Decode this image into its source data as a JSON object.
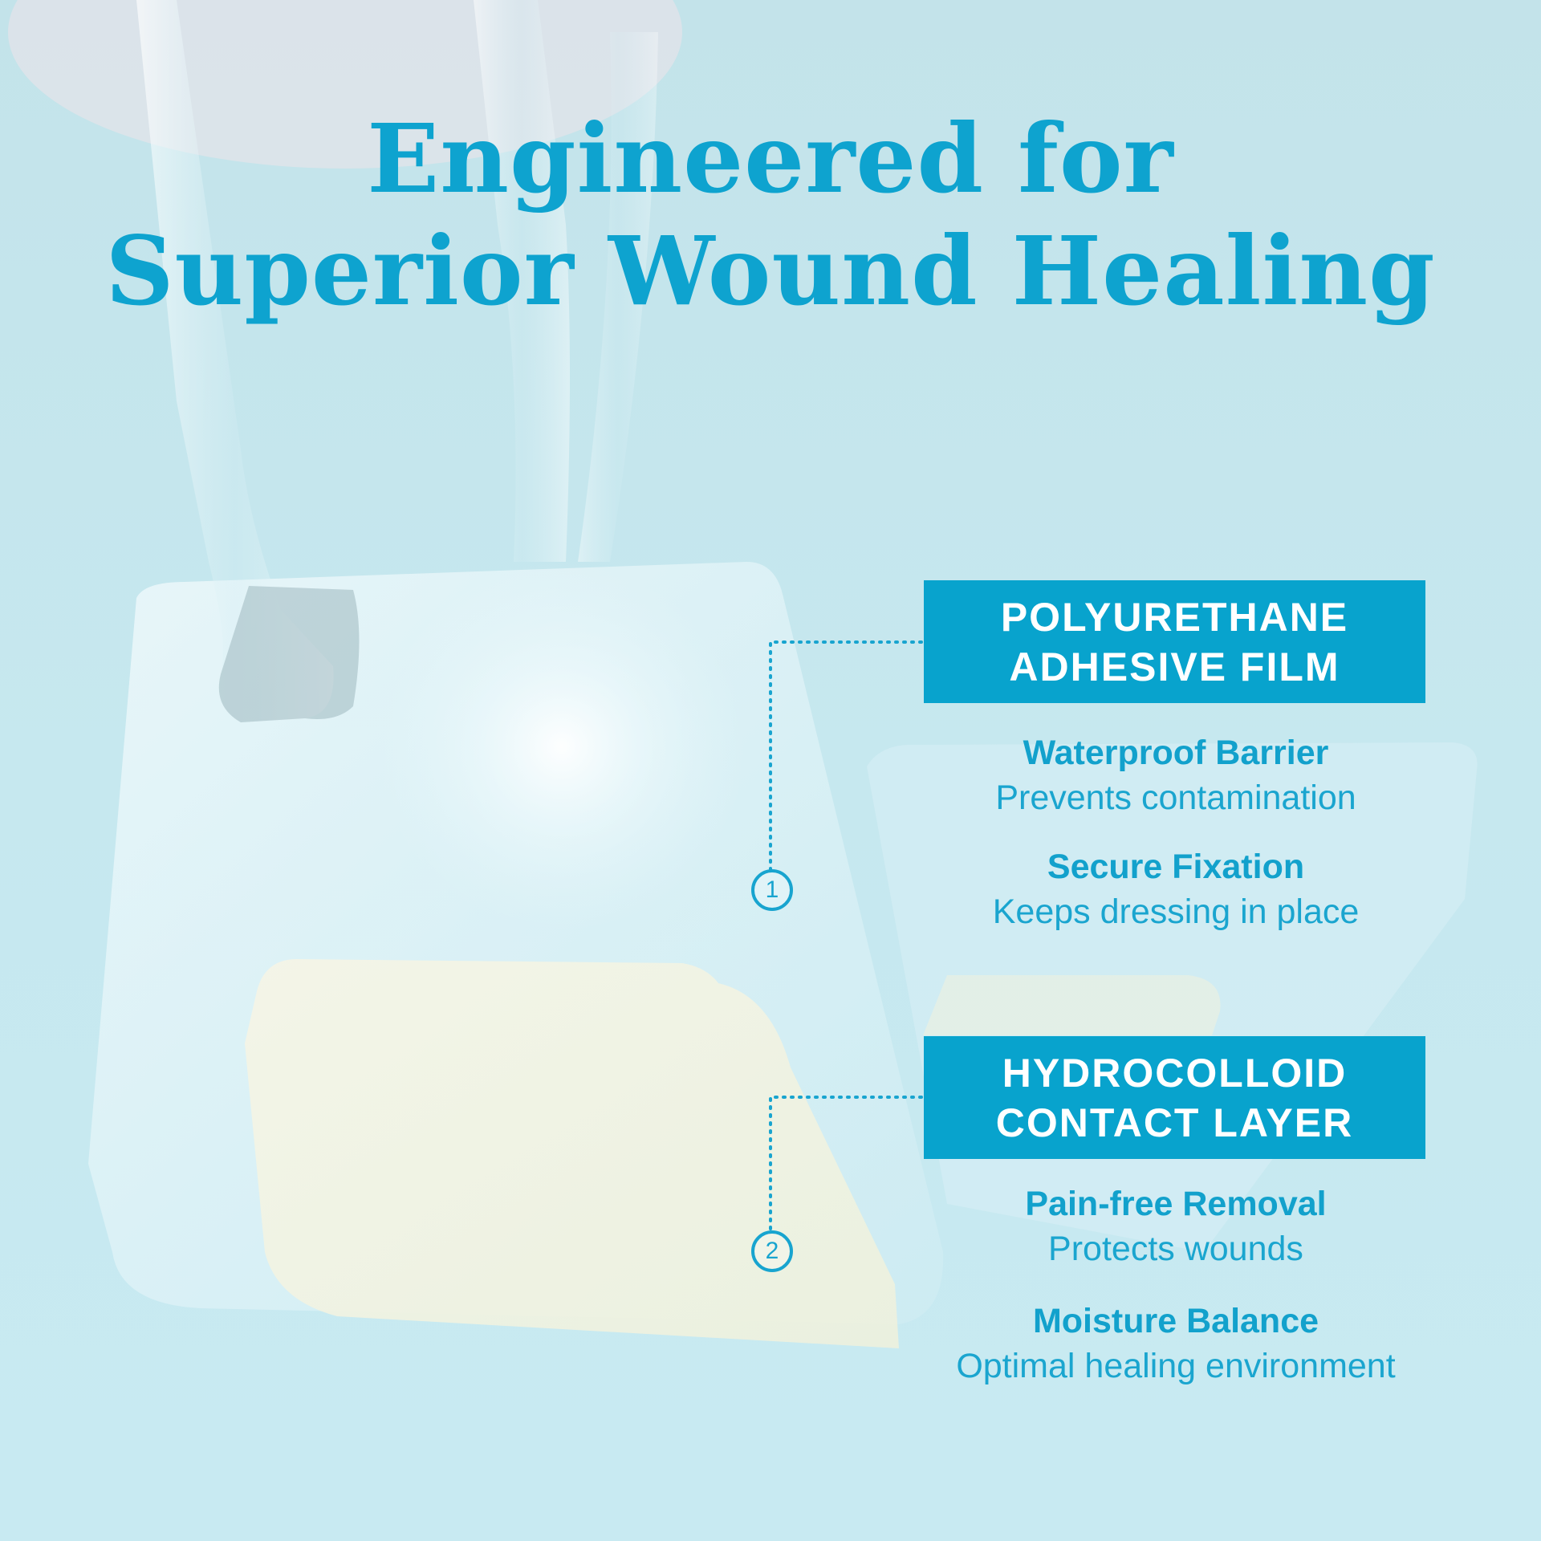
{
  "headline": {
    "line1": "Engineered for",
    "line2": "Superior Wound Healing"
  },
  "layers": [
    {
      "number": "1",
      "label_line1": "POLYURETHANE",
      "label_line2": "ADHESIVE FILM",
      "features": [
        {
          "title": "Waterproof Barrier",
          "desc": "Prevents contamination"
        },
        {
          "title": "Secure Fixation",
          "desc": "Keeps dressing in place"
        }
      ]
    },
    {
      "number": "2",
      "label_line1": "HYDROCOLLOID",
      "label_line2": "CONTACT LAYER",
      "features": [
        {
          "title": "Pain-free Removal",
          "desc": "Protects wounds"
        },
        {
          "title": "Moisture Balance",
          "desc": "Optimal healing environment"
        }
      ]
    }
  ],
  "colors": {
    "accent": "#08a3cd",
    "background": "#c6e8ef"
  }
}
